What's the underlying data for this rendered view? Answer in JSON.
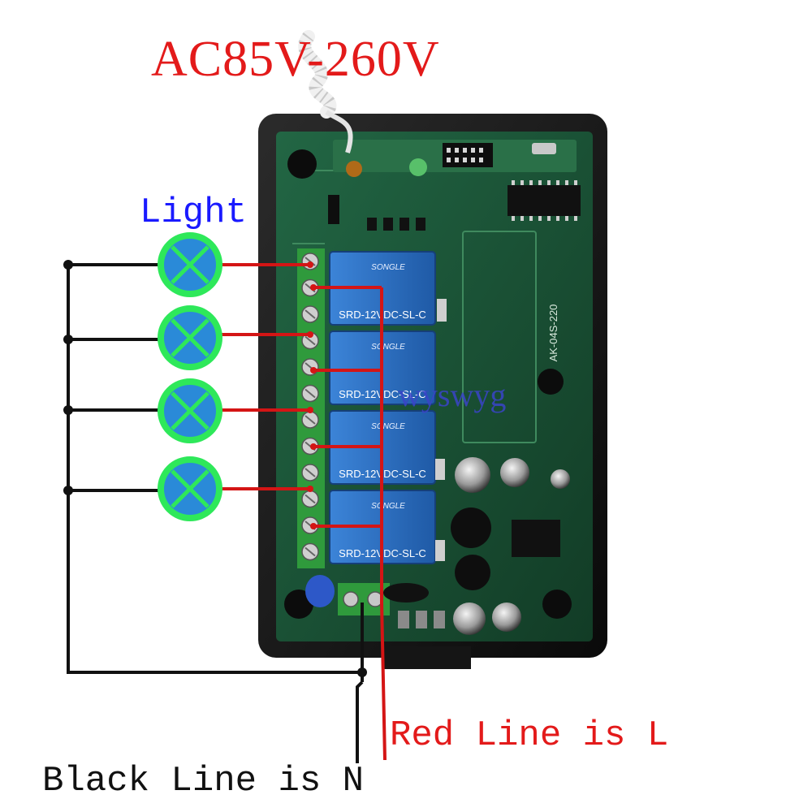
{
  "title": "AC85V-260V",
  "lights_label": "Light",
  "red_line_label": "Red Line is L",
  "black_line_label": "Black Line is N",
  "watermark": "wyswyg",
  "module": {
    "model_code": "AK-04S-220",
    "relay_label": "SRD-12VDC-SL-C",
    "relay_brand": "SONGLE",
    "relay_count": 4,
    "terminal_count": 12
  },
  "colors": {
    "title": "#e31a1a",
    "lights_label": "#1a1aff",
    "red_line_label": "#e31a1a",
    "black_line_label": "#111111",
    "live_wire": "#d41515",
    "neutral_wire": "#111111",
    "lamp_fill": "#2a8ad8",
    "lamp_ring": "#2ee85a",
    "board": "#1d5a3a",
    "relay": "#2c6fc4",
    "terminal_block": "#2f9a3c",
    "watermark": "#3a44c8"
  }
}
